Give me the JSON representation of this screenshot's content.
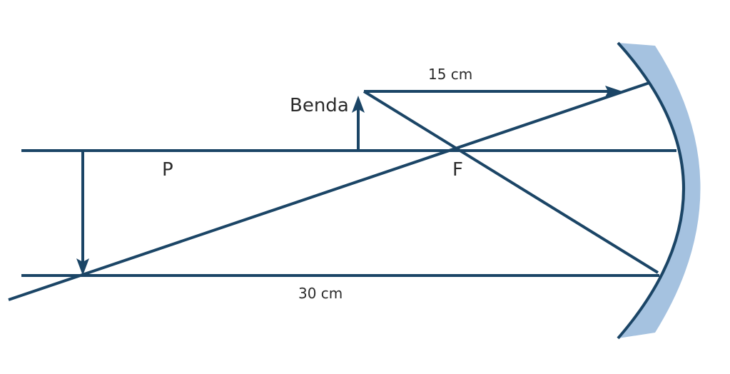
{
  "labels": {
    "object": "Benda",
    "point_p": "P",
    "focus": "F",
    "distance_top": "15 cm",
    "distance_bottom": "30 cm"
  },
  "colors": {
    "ray": "#1b4566",
    "mirror_fill": "#a5c2e0",
    "text": "#2b2b2b"
  },
  "icons": {
    "arrowhead": "arrowhead-icon"
  }
}
